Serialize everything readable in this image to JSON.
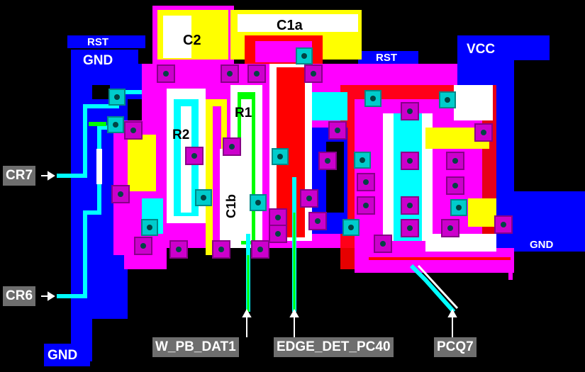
{
  "board_labels": {
    "rst_left": "RST",
    "gnd_top_left": "GND",
    "c2": "C2",
    "c1a": "C1a",
    "rst_right": "RST",
    "vcc": "VCC",
    "r1": "R1",
    "r2": "R2",
    "c1b": "C1b",
    "gnd_right": "GND",
    "gnd_bottom_left": "GND"
  },
  "signal_tags": {
    "cr7": "CR7",
    "cr6": "CR6",
    "w_pb_dat1": "W_PB_DAT1",
    "edge_det": "EDGE_DET_PC40",
    "pcq7": "PCQ7"
  },
  "colors": {
    "blue": "#0000ff",
    "magenta": "#ff00ff",
    "cyan": "#00ffff",
    "yellow": "#ffff00",
    "red": "#ff0000",
    "green": "#00ff00",
    "white": "#ffffff",
    "tag_bg": "#6e6e6e"
  }
}
